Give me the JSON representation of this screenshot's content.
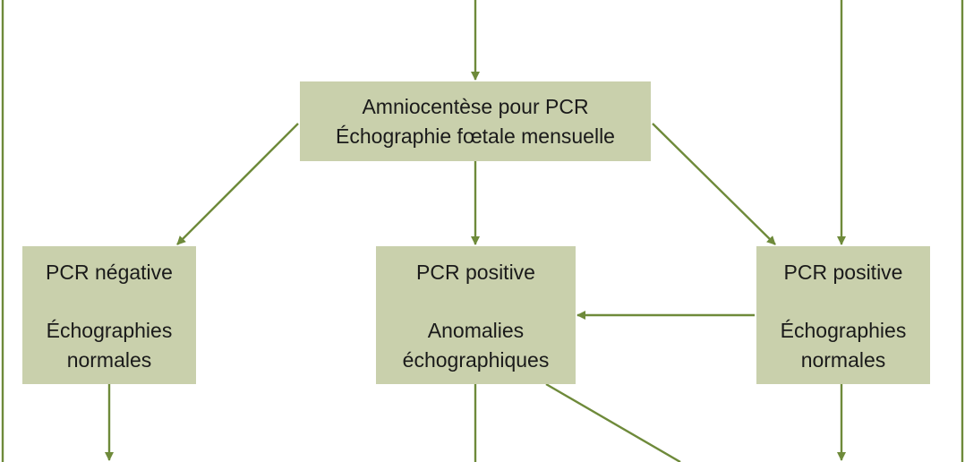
{
  "colors": {
    "node_fill": "#c9d0ac",
    "edge": "#6e8a3a",
    "text": "#1a1a1a",
    "background": "#ffffff"
  },
  "nodes": {
    "top": {
      "line1": "Amniocentèse pour PCR",
      "line2": "Échographie fœtale mensuelle"
    },
    "left": {
      "title": "PCR négative",
      "line1": "Échographies",
      "line2": "normales"
    },
    "middle": {
      "title": "PCR positive",
      "line1": "Anomalies",
      "line2": "échographiques"
    },
    "right": {
      "title": "PCR positive",
      "line1": "Échographies",
      "line2": "normales"
    }
  }
}
